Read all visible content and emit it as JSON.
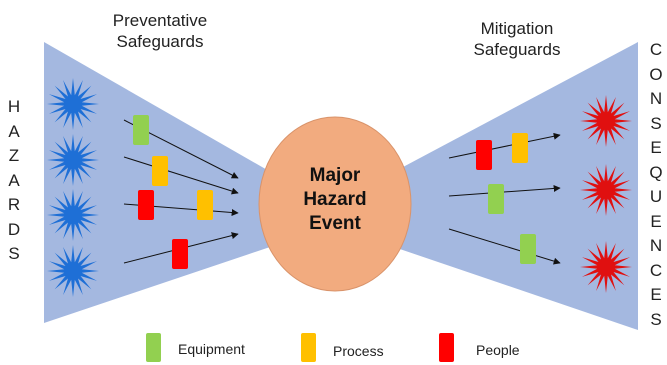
{
  "title_left": "Preventative\nSafeguards",
  "title_right": "Mitigation\nSafeguards",
  "hazards_label": "HAZARDS",
  "consequences_label": "CONSEQUENCES",
  "center": {
    "line1": "Major",
    "line2": "Hazard",
    "line3": "Event"
  },
  "legend": [
    {
      "label": "Equipment",
      "color": "#92d050"
    },
    {
      "label": "Process",
      "color": "#ffc000"
    },
    {
      "label": "People",
      "color": "#ff0000"
    }
  ],
  "colors": {
    "triangle": "#a4b8e0",
    "ellipse": "#f2ab7f",
    "hazard_star": "#1e6fd6",
    "consequence_star": "#e01010"
  },
  "icons": {
    "hazard": "blue-starburst-icon",
    "consequence": "red-starburst-icon"
  }
}
